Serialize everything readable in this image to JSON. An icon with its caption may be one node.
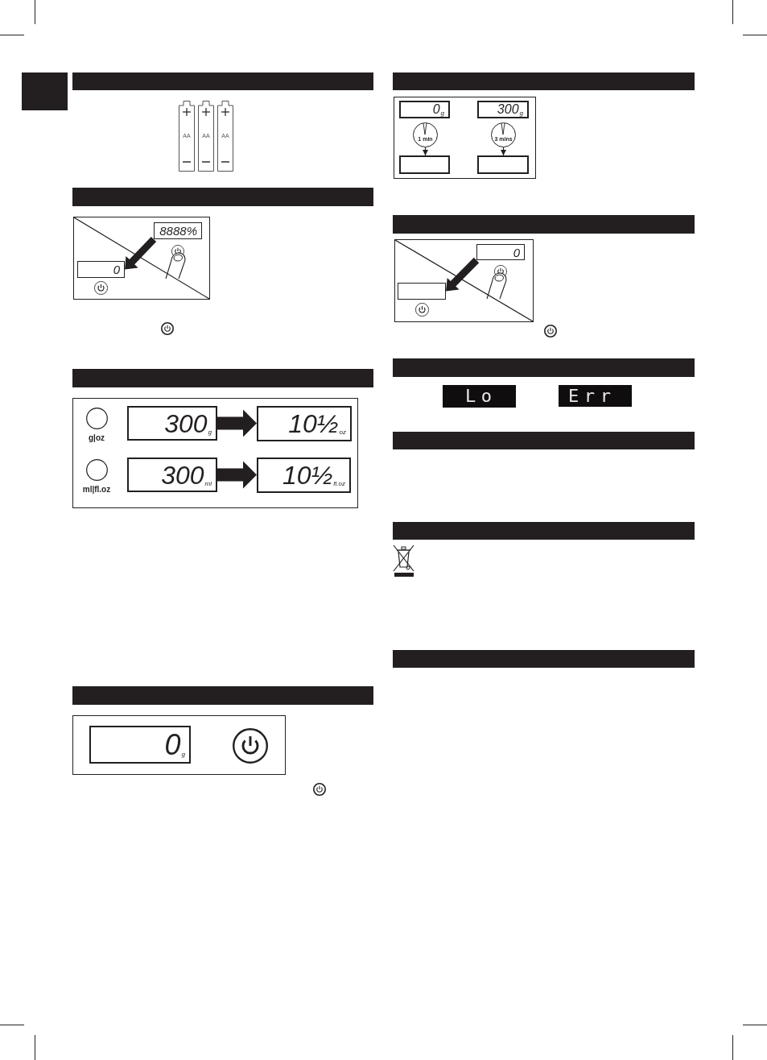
{
  "diagram": {
    "nodes": [
      {
        "text": [
          "AA"
        ]
      },
      {
        "text": [
          "AA"
        ]
      },
      {
        "text": [
          "AA"
        ]
      },
      {
        "text": [],
        "shape": "box"
      },
      {
        "text": [
          "8888%"
        ],
        "in": 3
      },
      {
        "text": [
          "0"
        ],
        "in": 3
      },
      {
        "text": [],
        "shape": "box"
      },
      {
        "text": [
          "g|oz"
        ],
        "in": 6
      },
      {
        "text": [
          "300$_{g}$"
        ],
        "in": 6
      },
      {
        "text": [
          "10½$_{oz}$"
        ],
        "in": 6
      },
      {
        "text": [
          "ml|fl.oz"
        ],
        "in": 6
      },
      {
        "text": [
          "300$_{ml}$"
        ],
        "in": 6
      },
      {
        "text": [
          "10½$_{fl.oz}$"
        ],
        "in": 6
      },
      {
        "text": [],
        "shape": "box"
      },
      {
        "text": [
          "0$_{g}$"
        ],
        "in": 13
      },
      {
        "text": [],
        "shape": "box"
      },
      {
        "text": [
          "0$_{g}$"
        ],
        "in": 15
      },
      {
        "text": [
          "300$_{g}$"
        ],
        "in": 15
      },
      {
        "text": [
          "1 min"
        ],
        "in": 15
      },
      {
        "text": [
          "3 mins"
        ],
        "in": 15
      },
      {
        "text": [],
        "shape": "box",
        "in": 15
      },
      {
        "text": [],
        "shape": "box",
        "in": 15
      },
      {
        "text": [],
        "shape": "box"
      },
      {
        "text": [
          "0"
        ],
        "in": 22
      },
      {
        "text": [],
        "shape": "box",
        "in": 22
      },
      {
        "text": [
          "Lo"
        ]
      },
      {
        "text": [
          "Err"
        ]
      }
    ],
    "edges": [
      {
        "from": 4,
        "to": 5,
        "arrow": "to",
        "style": "thick"
      },
      {
        "from": 8,
        "to": 9,
        "arrow": "to",
        "style": "thick"
      },
      {
        "from": 11,
        "to": 12,
        "arrow": "to",
        "style": "thick"
      },
      {
        "from": 18,
        "to": 20,
        "arrow": "to"
      },
      {
        "from": 19,
        "to": 21,
        "arrow": "to"
      },
      {
        "from": 23,
        "to": 24,
        "arrow": "to",
        "style": "thick"
      }
    ]
  }
}
